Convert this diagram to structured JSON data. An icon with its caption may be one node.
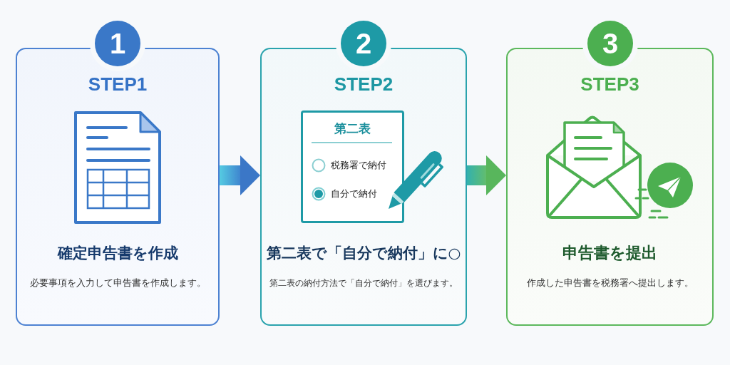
{
  "diagram": {
    "nodes": [
      {
        "text": [
          "1"
        ]
      },
      {
        "text": [
          "STEP1",
          "確定申告書を作成",
          "必要事項を入力して申告書を作成します。"
        ]
      },
      {
        "text": [
          "2"
        ]
      },
      {
        "text": [
          "STEP2",
          "第二表で「自分で納付」に○",
          "第二表の納付方法で「自分で納付」を選びます。"
        ]
      },
      {
        "text": [
          "第二表",
          "税務署で納付",
          "自分で納付"
        ],
        "in": 3
      },
      {
        "text": [
          "3"
        ]
      },
      {
        "text": [
          "STEP3",
          "申告書を提出",
          "作成した申告書を税務署へ提出します。"
        ]
      }
    ],
    "edges": [
      {
        "from": 1,
        "to": 3,
        "arrow": "to"
      },
      {
        "from": 3,
        "to": 6,
        "arrow": "to"
      }
    ]
  }
}
